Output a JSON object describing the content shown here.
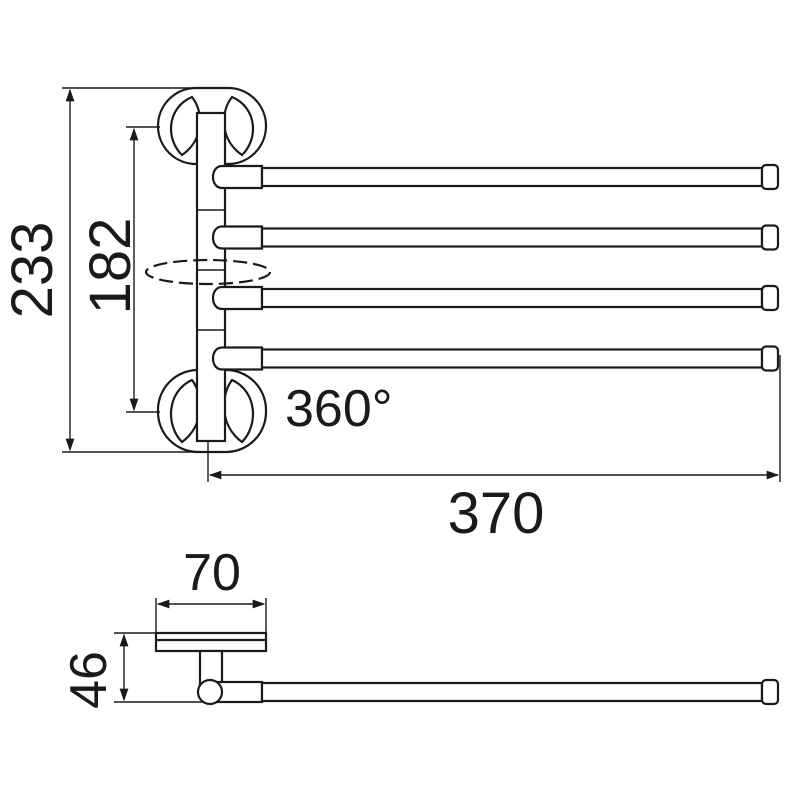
{
  "dimensions": {
    "overall_height": "233",
    "bracket_spacing": "182",
    "rotation": "360°",
    "arm_length": "370",
    "base_width": "70",
    "projection": "46"
  },
  "arm_count": 4
}
